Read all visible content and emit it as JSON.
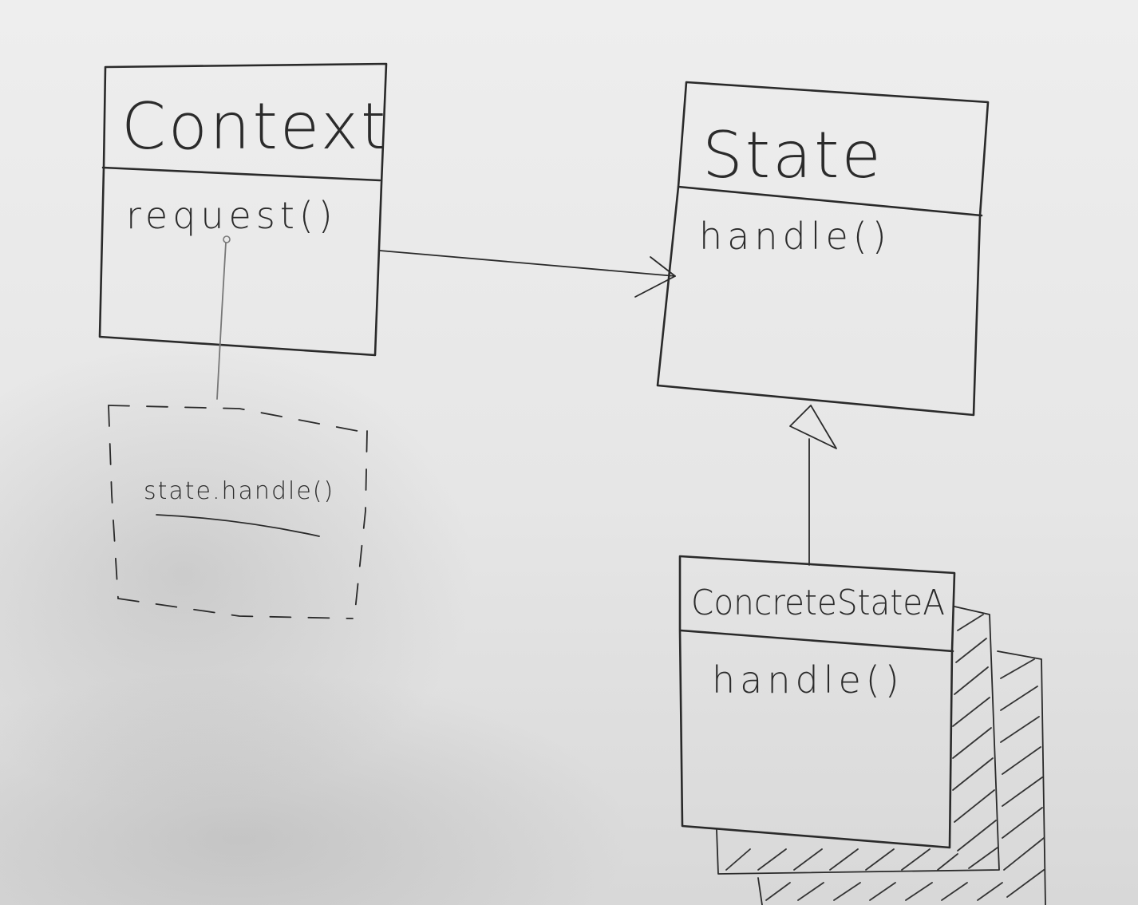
{
  "diagram": {
    "context": {
      "name": "Context",
      "method": "request()"
    },
    "state": {
      "name": "State",
      "method": "handle()"
    },
    "concrete_state": {
      "name": "ConcreteStateA",
      "method": "handle()"
    },
    "note": {
      "text": "state.handle()"
    }
  }
}
